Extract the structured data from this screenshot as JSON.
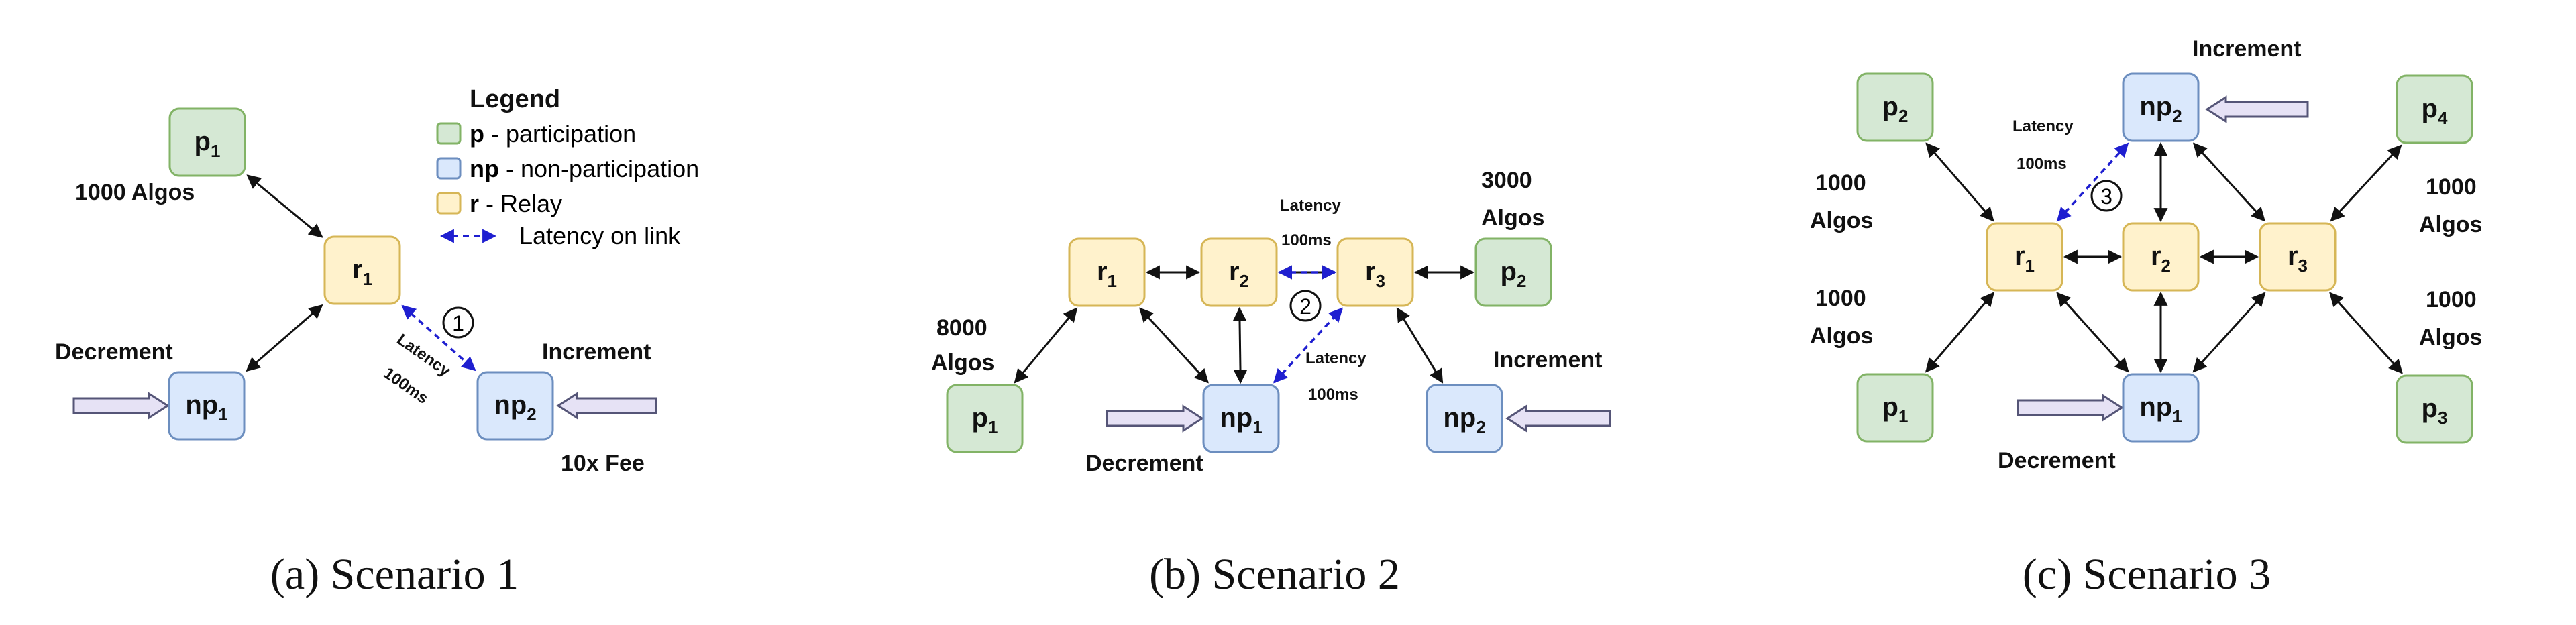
{
  "colors": {
    "participation_fill": "#d5e8d4",
    "participation_stroke": "#82b366",
    "nonparticipation_fill": "#dae8fc",
    "nonparticipation_stroke": "#6c8ebf",
    "relay_fill": "#fff2cc",
    "relay_stroke": "#d6b656",
    "latency": "#1f1fd0",
    "input_arrow_fill": "#e6e2f5",
    "input_arrow_stroke": "#555577"
  },
  "legend": {
    "title": "Legend",
    "items": [
      {
        "key": "p",
        "text": " - participation"
      },
      {
        "key": "np",
        "text": " - non-participation"
      },
      {
        "key": "r",
        "text": " - Relay"
      },
      {
        "key": "",
        "text": "Latency on link"
      }
    ]
  },
  "panels": [
    {
      "caption": "(a) Scenario 1",
      "nodes": [
        {
          "id": "a-p1",
          "type": "p",
          "base": "p",
          "sub": "1"
        },
        {
          "id": "a-r1",
          "type": "r",
          "base": "r",
          "sub": "1"
        },
        {
          "id": "a-np1",
          "type": "np",
          "base": "np",
          "sub": "1"
        },
        {
          "id": "a-np2",
          "type": "np",
          "base": "np",
          "sub": "2"
        }
      ],
      "labels": [
        "1000 Algos",
        "Decrement",
        "Increment",
        "10x Fee",
        "Latency",
        "100ms",
        "1"
      ]
    },
    {
      "caption": "(b) Scenario 2",
      "nodes": [
        {
          "id": "b-r1",
          "type": "r",
          "base": "r",
          "sub": "1"
        },
        {
          "id": "b-r2",
          "type": "r",
          "base": "r",
          "sub": "2"
        },
        {
          "id": "b-r3",
          "type": "r",
          "base": "r",
          "sub": "3"
        },
        {
          "id": "b-p1",
          "type": "p",
          "base": "p",
          "sub": "1"
        },
        {
          "id": "b-p2",
          "type": "p",
          "base": "p",
          "sub": "2"
        },
        {
          "id": "b-np1",
          "type": "np",
          "base": "np",
          "sub": "1"
        },
        {
          "id": "b-np2",
          "type": "np",
          "base": "np",
          "sub": "2"
        }
      ],
      "labels": [
        "8000",
        "Algos",
        "3000",
        "Algos",
        "Latency",
        "100ms",
        "Latency",
        "100ms",
        "2",
        "Decrement",
        "Increment"
      ]
    },
    {
      "caption": "(c) Scenario 3",
      "nodes": [
        {
          "id": "c-p2",
          "type": "p",
          "base": "p",
          "sub": "2"
        },
        {
          "id": "c-p1",
          "type": "p",
          "base": "p",
          "sub": "1"
        },
        {
          "id": "c-p4",
          "type": "p",
          "base": "p",
          "sub": "4"
        },
        {
          "id": "c-p3",
          "type": "p",
          "base": "p",
          "sub": "3"
        },
        {
          "id": "c-np2",
          "type": "np",
          "base": "np",
          "sub": "2"
        },
        {
          "id": "c-np1",
          "type": "np",
          "base": "np",
          "sub": "1"
        },
        {
          "id": "c-r1",
          "type": "r",
          "base": "r",
          "sub": "1"
        },
        {
          "id": "c-r2",
          "type": "r",
          "base": "r",
          "sub": "2"
        },
        {
          "id": "c-r3",
          "type": "r",
          "base": "r",
          "sub": "3"
        }
      ],
      "labels": [
        "Increment",
        "Latency",
        "100ms",
        "3",
        "1000",
        "Algos",
        "1000",
        "Algos",
        "1000",
        "Algos",
        "1000",
        "Algos",
        "Decrement"
      ]
    }
  ]
}
